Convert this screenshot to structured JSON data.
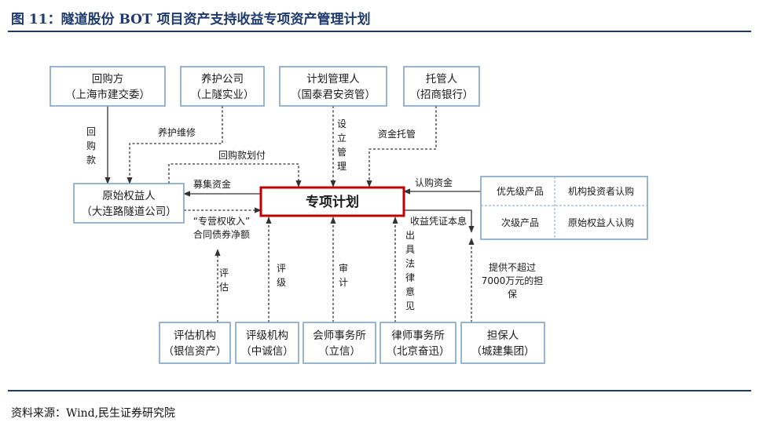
{
  "figure": {
    "title": "图 11：隧道股份 BOT 项目资产支持收益专项资产管理计划",
    "source": "资料来源：Wind,民生证券研究院"
  },
  "nodes": {
    "buyback": {
      "line1": "回购方",
      "line2": "（上海市建交委）"
    },
    "maintenance_co": {
      "line1": "养护公司",
      "line2": "（上隧实业）"
    },
    "plan_manager": {
      "line1": "计划管理人",
      "line2": "（国泰君安资管）"
    },
    "custodian": {
      "line1": "托管人",
      "line2": "（招商银行）"
    },
    "originator": {
      "line1": "原始权益人",
      "line2": "（大连路隧道公司）"
    },
    "special_plan": {
      "label": "专项计划"
    },
    "products": {
      "priority": "优先级产品",
      "institutional": "机构投资者认购",
      "subordinate": "次级产品",
      "originator_sub": "原始权益人认购"
    },
    "appraisal": {
      "line1": "评估机构",
      "line2": "（银信资产）"
    },
    "rating": {
      "line1": "评级机构",
      "line2": "（中诚信）"
    },
    "accounting": {
      "line1": "会师事务所",
      "line2": "（立信）"
    },
    "law": {
      "line1": "律师事务所",
      "line2": "（北京奋迅）"
    },
    "guarantor": {
      "line1": "担保人",
      "line2": "（城建集团）"
    }
  },
  "edges": {
    "buyback_chars": [
      "回",
      "购",
      "款"
    ],
    "maintenance": "养护维修",
    "buyback_transfer": "回购款划付",
    "setup_chars": [
      "设",
      "立",
      "管",
      "理"
    ],
    "fund_custody": "资金托管",
    "raise_funds": "募集资金",
    "subscribe": "认购资金",
    "fee_line1": "“专营权收入”",
    "fee_line2": "合同债券净额",
    "payback": "收益凭证本息",
    "appraise_chars": [
      "评",
      "估"
    ],
    "rate_chars": [
      "评",
      "级"
    ],
    "audit_chars": [
      "审",
      "计"
    ],
    "legal_chars": [
      "出",
      "具",
      "法",
      "律",
      "意",
      "见"
    ],
    "guarantee_line1": "提供不超过",
    "guarantee_line2": "7000万元的担",
    "guarantee_line3": "保"
  }
}
